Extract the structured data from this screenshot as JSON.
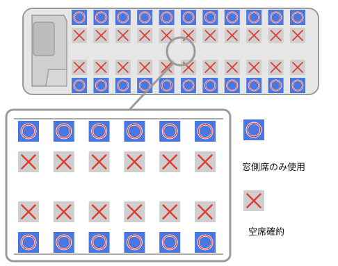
{
  "colors": {
    "window_seat": "#4a78e0",
    "window_mark": "#ffffff",
    "window_mark_inner": "#e8483c",
    "blocked_seat": "#cfcfcf",
    "blocked_mark": "#e23b2e",
    "bus_body": "#cfcfcf",
    "frame": "#9a9a9a"
  },
  "bus": {
    "rows": [
      "window",
      "blocked",
      "blocked",
      "window"
    ],
    "columns": 11
  },
  "zoom": {
    "rows": [
      "window",
      "blocked",
      "blocked",
      "window"
    ],
    "columns": 6
  },
  "legend": {
    "window_icon": "circle-icon",
    "window_label": "窓側席のみ使用",
    "blocked_icon": "cross-icon",
    "blocked_label": "空席確約"
  }
}
